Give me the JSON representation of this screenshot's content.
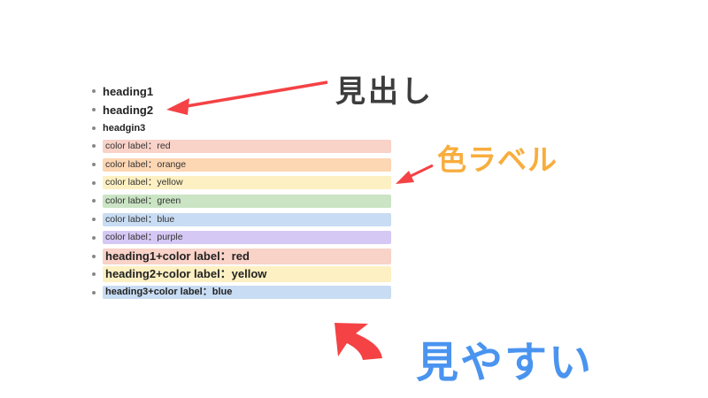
{
  "colors": {
    "red": "#f9d2c8",
    "orange": "#fdd6b3",
    "yellow": "#fdf0c2",
    "green": "#cae4c4",
    "blue": "#c8dcf3",
    "purple": "#d5c8f4",
    "arrow": "#f44245",
    "heading_annotation": "#3d3d3d",
    "color_annotation": "#f8ad3d",
    "readable_annotation": "#4a94f0"
  },
  "items": [
    {
      "text": "heading1",
      "style": "h1"
    },
    {
      "text": "heading2",
      "style": "h2"
    },
    {
      "text": "headgin3",
      "style": "h3"
    },
    {
      "text": "color label：red",
      "style": "plain",
      "color": "red"
    },
    {
      "text": "color label：orange",
      "style": "plain",
      "color": "orange"
    },
    {
      "text": "color label：yellow",
      "style": "plain",
      "color": "yellow"
    },
    {
      "text": "color label：green",
      "style": "plain",
      "color": "green"
    },
    {
      "text": "color label：blue",
      "style": "plain",
      "color": "blue"
    },
    {
      "text": "color label：purple",
      "style": "plain",
      "color": "purple"
    },
    {
      "text": "heading1+color label：red",
      "style": "h1",
      "color": "red"
    },
    {
      "text": "heading2+color label：yellow",
      "style": "h2",
      "color": "yellow"
    },
    {
      "text": "heading3+color label：blue",
      "style": "h3",
      "color": "blue"
    }
  ],
  "annotations": {
    "heading": "見出し",
    "color_label": "色ラベル",
    "readable": "見やすい"
  }
}
